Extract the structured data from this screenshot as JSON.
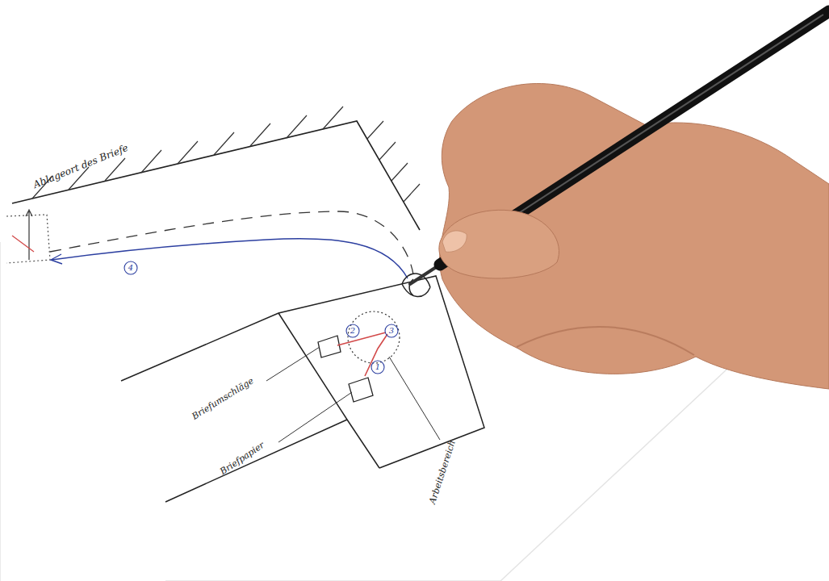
{
  "diagram": {
    "labels": [
      "Ablageort des Briefe",
      "4",
      "2",
      "3",
      "1",
      "Briefumschläge",
      "Briefpapier",
      "Arbeitsbereich"
    ]
  }
}
